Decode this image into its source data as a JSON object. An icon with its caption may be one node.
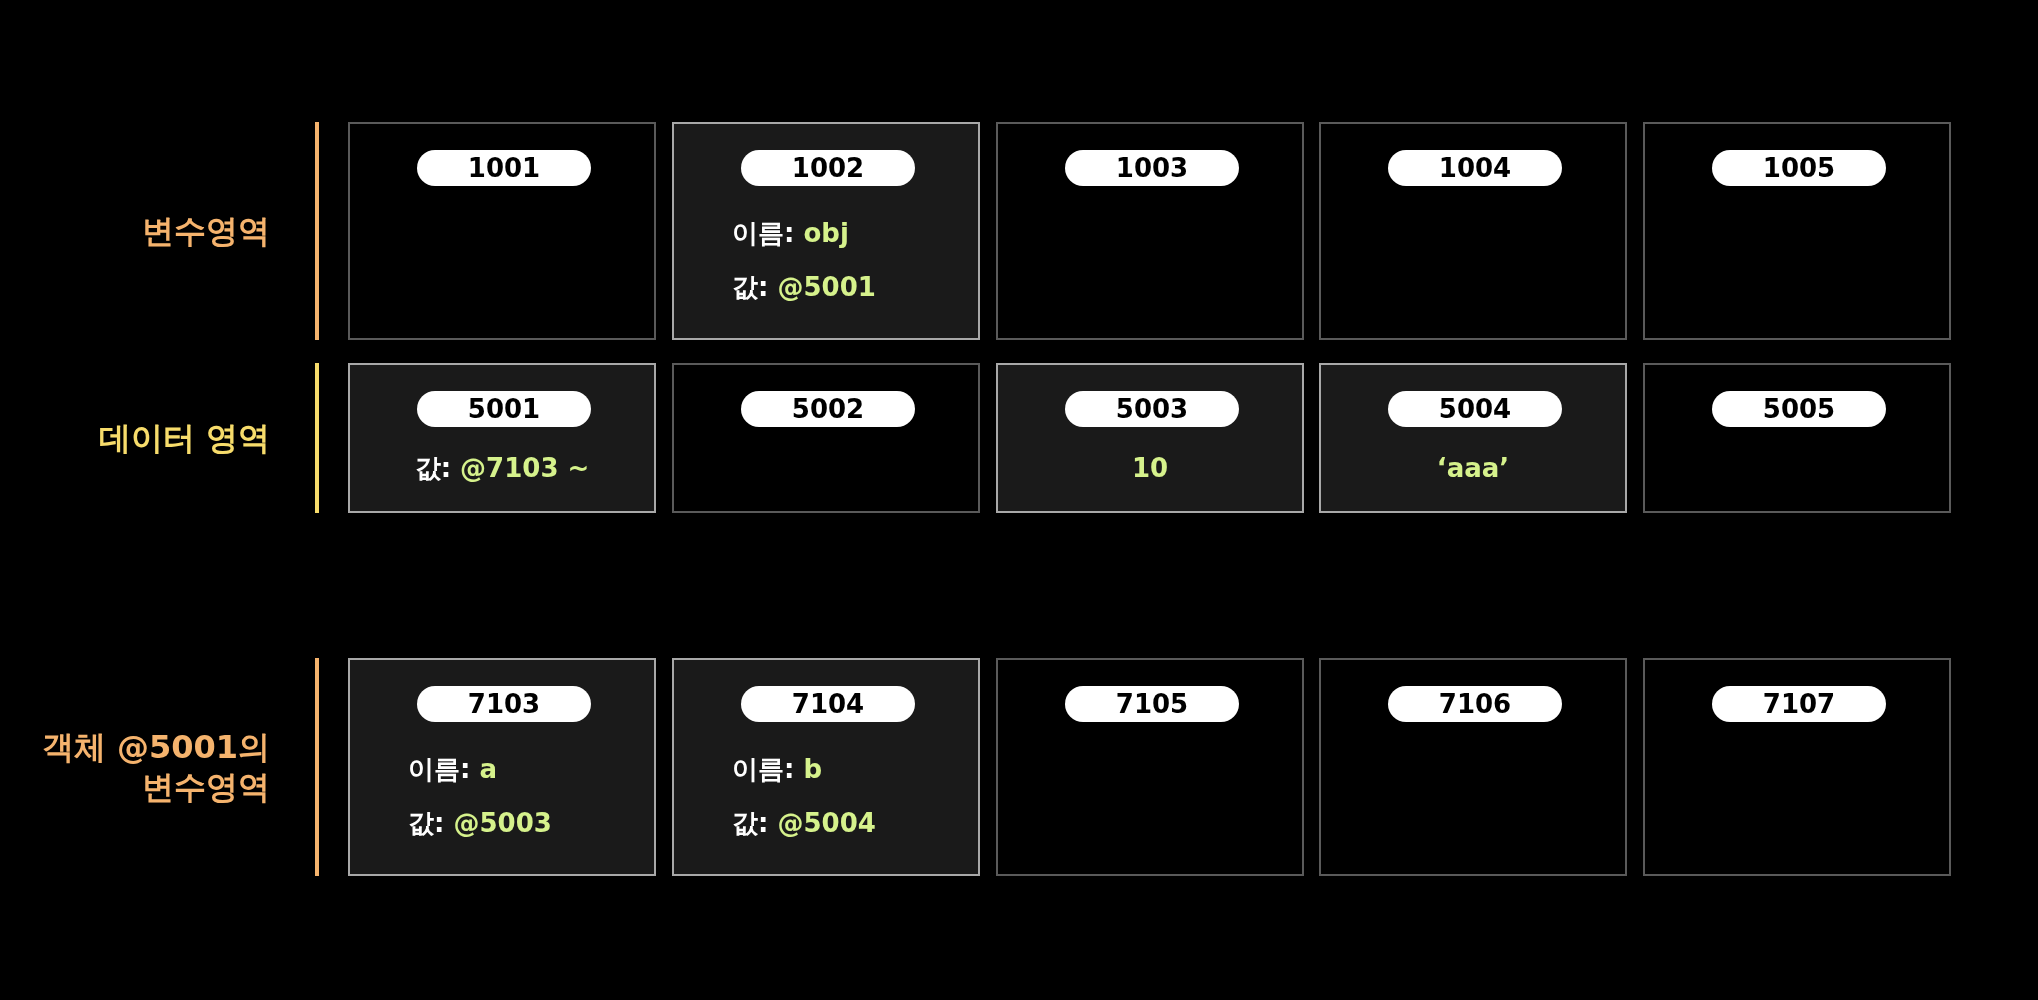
{
  "diagram": {
    "nodes": [
      {
        "text": [
          "1001"
        ]
      },
      {
        "text": [
          "1002",
          "이름: obj",
          "값: @5001"
        ]
      },
      {
        "text": [
          "1003"
        ]
      },
      {
        "text": [
          "1004"
        ]
      },
      {
        "text": [
          "1005"
        ]
      },
      {
        "text": [
          "5001",
          "값: @7103 ~"
        ]
      },
      {
        "text": [
          "5002"
        ]
      },
      {
        "text": [
          "5003",
          "10"
        ]
      },
      {
        "text": [
          "5004",
          "‘aaa’"
        ]
      },
      {
        "text": [
          "5005"
        ]
      },
      {
        "text": [
          "7103",
          "이름: a",
          "값: @5003"
        ]
      },
      {
        "text": [
          "7104",
          "이름: b",
          "값: @5004"
        ]
      },
      {
        "text": [
          "7105"
        ]
      },
      {
        "text": [
          "7106"
        ]
      },
      {
        "text": [
          "7107"
        ]
      }
    ],
    "edges": [],
    "labels": [
      "변수영역",
      "데이터 영역",
      "객체 @5001의 변수영역"
    ]
  }
}
